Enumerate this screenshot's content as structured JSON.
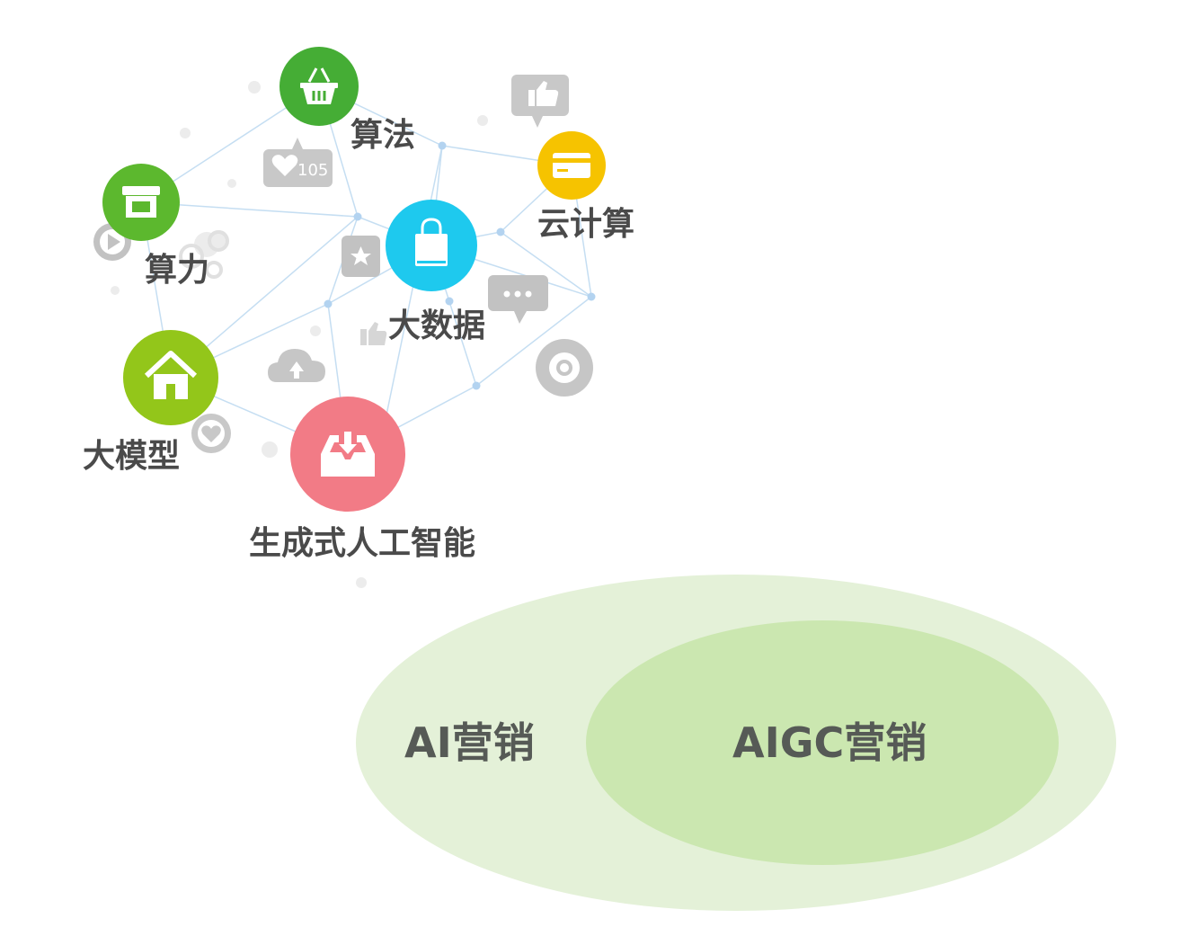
{
  "nodes": {
    "algorithm": {
      "label": "算法",
      "icon": "basket-icon",
      "color": "#45ad35"
    },
    "compute": {
      "label": "算力",
      "icon": "store-icon",
      "color": "#5cb82e"
    },
    "cloud": {
      "label": "云计算",
      "icon": "credit-card-icon",
      "color": "#f6c300"
    },
    "bigdata": {
      "label": "大数据",
      "icon": "shopping-bag-icon",
      "color": "#1ec9ee"
    },
    "model": {
      "label": "大模型",
      "icon": "home-icon",
      "color": "#93c61a"
    },
    "genai": {
      "label": "生成式人工智能",
      "icon": "inbox-download-icon",
      "color": "#f27b86"
    }
  },
  "decorations": {
    "like_count": "105"
  },
  "venn": {
    "outer": {
      "label": "AI营销",
      "color": "#e4f1d8"
    },
    "inner": {
      "label": "AIGC营销",
      "color": "#cbe7b0"
    }
  },
  "colors": {
    "network_line": "#c5def2",
    "network_dot": "#b3d3f0",
    "deco_gray": "#c4c4c4",
    "text": "#4a4a4a"
  }
}
